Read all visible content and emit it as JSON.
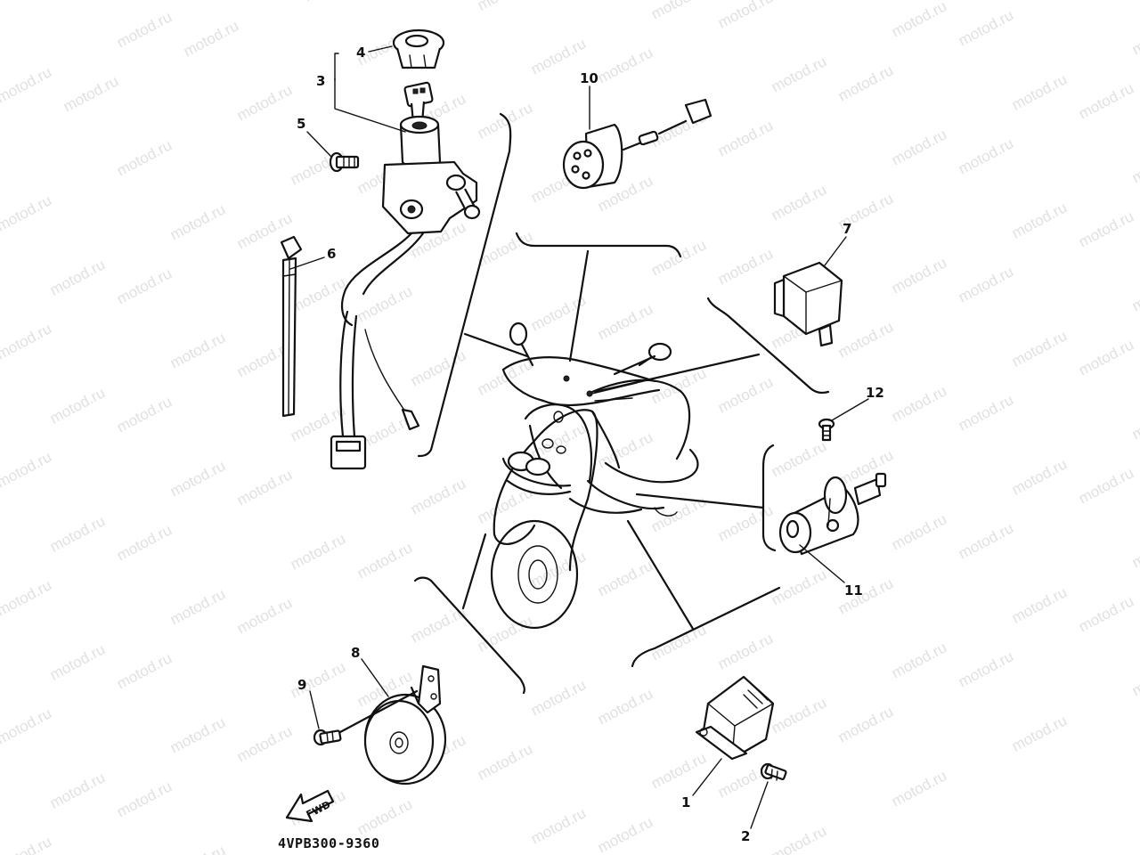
{
  "diagram": {
    "part_code": "4VPB300-9360",
    "fwd_label": "FWD",
    "watermark": "motod.ru",
    "callouts": {
      "c1": "1",
      "c2": "2",
      "c3": "3",
      "c4": "4",
      "c5": "5",
      "c6": "6",
      "c7": "7",
      "c8": "8",
      "c9": "9",
      "c10": "10",
      "c11": "11",
      "c12": "12"
    }
  }
}
